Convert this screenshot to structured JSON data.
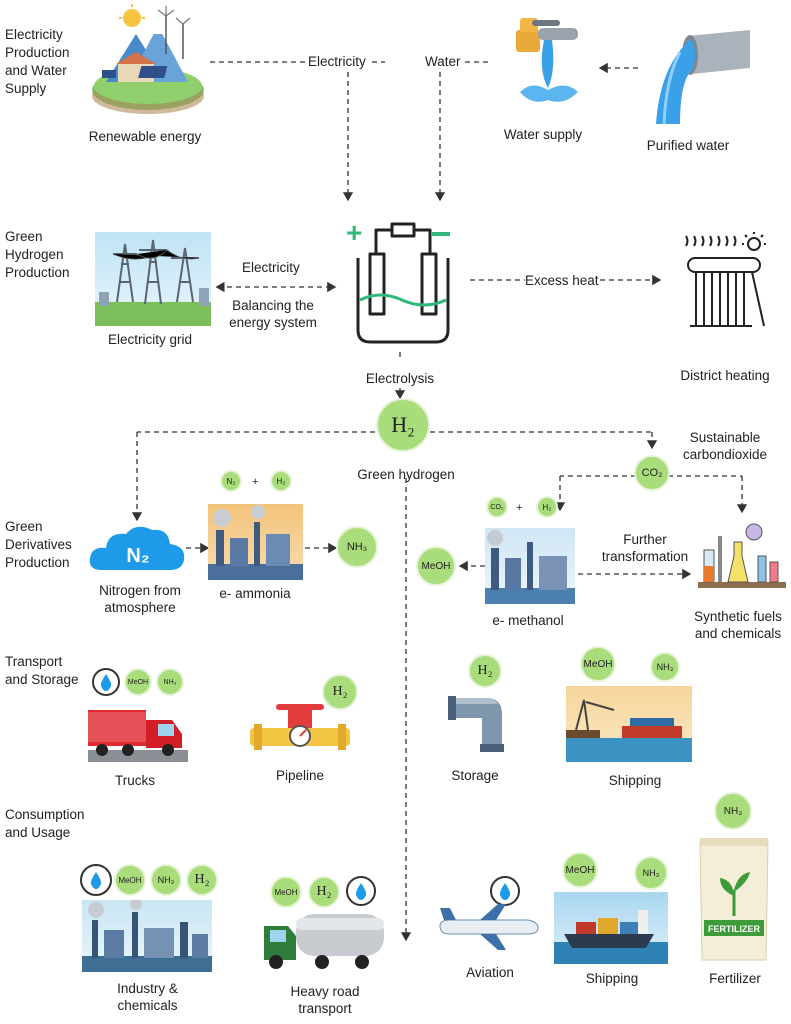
{
  "sections": {
    "production": "Electricity Production and Water Supply",
    "green_h2": "Green Hydrogen Production",
    "derivatives": "Green Derivatives Production",
    "transport": "Transport and Storage",
    "consumption": "Consumption and Usage"
  },
  "labels": {
    "renewable": "Renewable energy",
    "electricity_top": "Electricity",
    "water": "Water",
    "water_supply": "Water supply",
    "purified": "Purified water",
    "electricity_grid_arrow": "Electricity",
    "balancing": "Balancing the energy system",
    "electricity_grid": "Electricity grid",
    "excess_heat": "Excess heat",
    "district_heating": "District heating",
    "electrolysis": "Electrolysis",
    "green_hydrogen": "Green hydrogen",
    "sustainable_co2": "Sustainable carbondioxide",
    "nitrogen": "Nitrogen from atmosphere",
    "e_ammonia": "e- ammonia",
    "further": "Further transformation",
    "e_methanol": "e- methanol",
    "synthetic": "Synthetic fuels and chemicals",
    "trucks": "Trucks",
    "pipeline": "Pipeline",
    "storage": "Storage",
    "shipping_ts": "Shipping",
    "industry": "Industry & chemicals",
    "heavy_road": "Heavy road transport",
    "aviation": "Aviation",
    "shipping_cu": "Shipping",
    "fertilizer": "Fertilizer",
    "fertilizer_bag": "FERTILIZER"
  },
  "chem": {
    "h2": "H2",
    "n2": "N2",
    "nh3": "NH3",
    "meoh": "MeOH",
    "co2": "CO2",
    "plus": "+"
  },
  "colors": {
    "green": "#a9dc7a",
    "plus_sign": "#2fb87a",
    "minus_sign": "#2fb87a",
    "dashed": "#333333",
    "water_blue": "#3aa0e8"
  }
}
